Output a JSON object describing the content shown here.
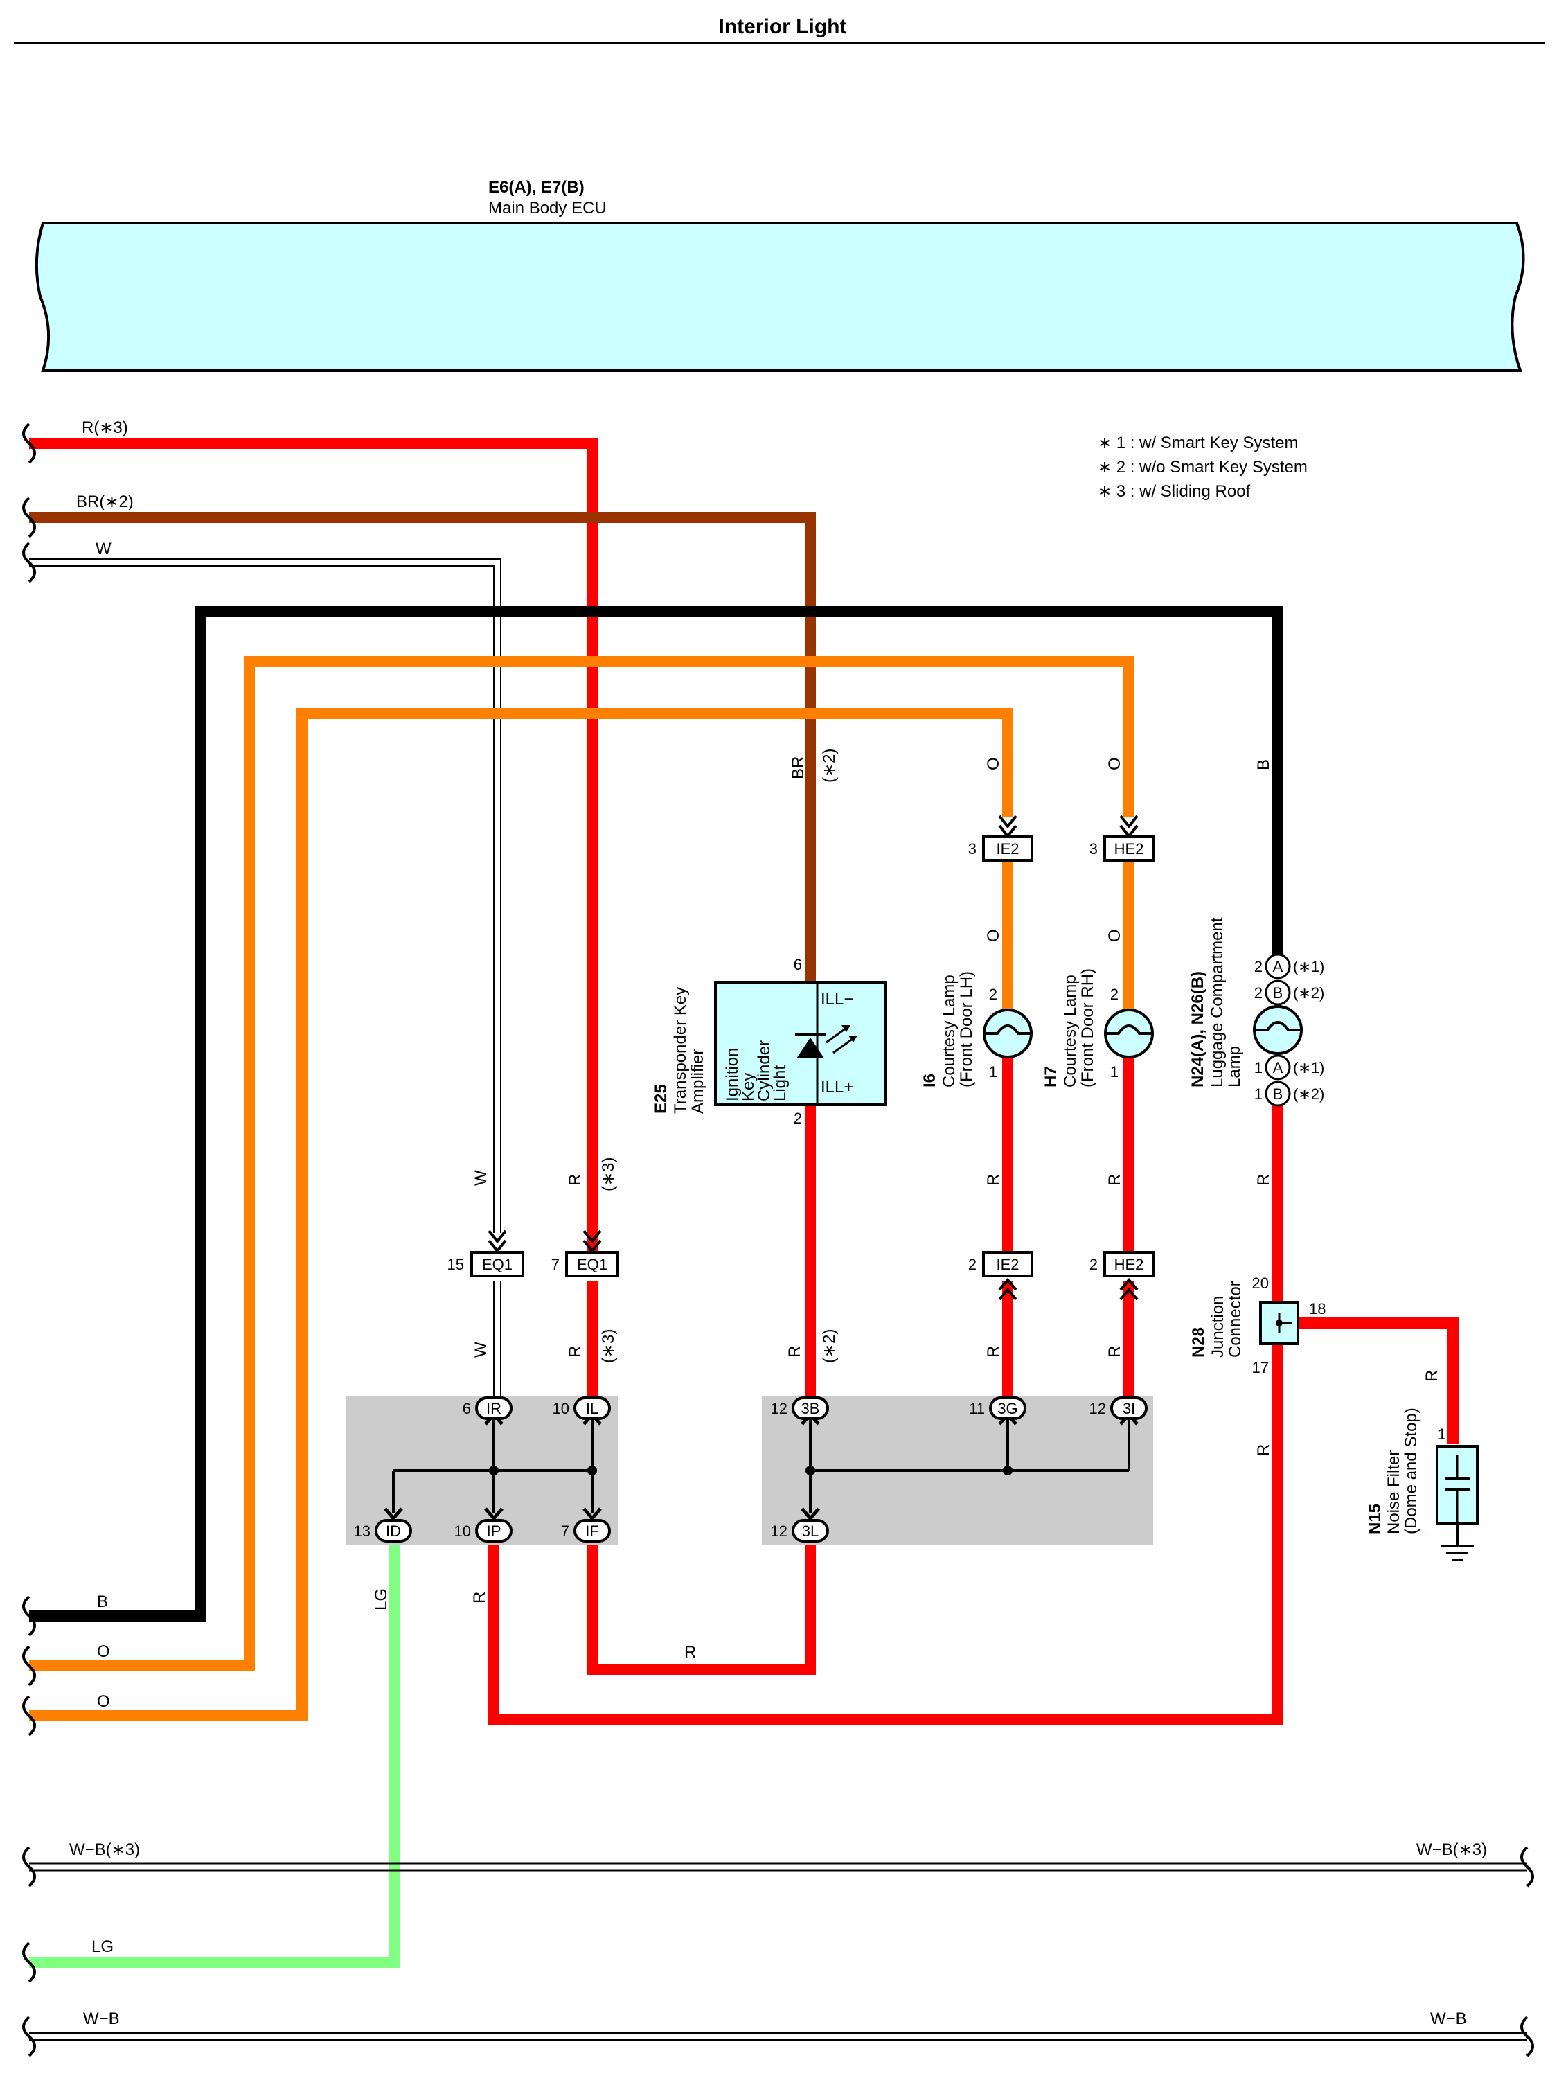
{
  "title": "Interior Light",
  "ecu": {
    "code": "E6(A), E7(B)",
    "name": "Main Body ECU"
  },
  "notes": [
    "∗ 1 : w/ Smart Key System",
    "∗ 2 : w/o Smart Key System",
    "∗ 3 : w/ Sliding Roof"
  ],
  "colors": {
    "red": "#ff0000",
    "brown": "#993300",
    "black": "#000000",
    "orange": "#ff8000",
    "lightgreen": "#80ff80",
    "ecu_fill": "#ccffff",
    "junction_fill": "#cccccc",
    "component_fill": "#ccffff"
  },
  "left_wires": {
    "r3": "R(∗3)",
    "br2": "BR(∗2)",
    "w": "W",
    "b": "B",
    "o1": "O",
    "o2": "O",
    "wb3": "W−B(∗3)",
    "lg": "LG",
    "wb": "W−B"
  },
  "right_wires": {
    "wb3": "W−B(∗3)",
    "wb": "W−B"
  },
  "wire_labels": {
    "br_v": "BR",
    "br_v_note": "(∗2)",
    "o_ie2_top": "O",
    "o_he2_top": "O",
    "b_right": "B",
    "o_ie2_mid": "O",
    "o_he2_mid": "O",
    "w_upper": "W",
    "r_upper": "R",
    "r_upper_note": "(∗3)",
    "r_i6": "R",
    "r_h7": "R",
    "r_lug": "R",
    "w_lower": "W",
    "r_lower": "R",
    "r_lower_note": "(∗3)",
    "r_3b": "R",
    "r_3b_note": "(∗2)",
    "r_3g": "R",
    "r_3i": "R",
    "r_nf": "R",
    "r_n28_down": "R",
    "lg_v": "LG",
    "r_ip": "R",
    "r_bottom": "R"
  },
  "components": {
    "e25": {
      "code": "E25",
      "name1": "Transponder Key",
      "name2": "Amplifier",
      "pin_top": "6",
      "pin_bot": "2",
      "inner1": "Ignition",
      "inner2": "Key",
      "inner3": "Cylinder",
      "inner4": "Light",
      "ill_minus": "ILL−",
      "ill_plus": "ILL+"
    },
    "i6": {
      "code": "I6",
      "name1": "Courtesy Lamp",
      "name2": "(Front Door LH)",
      "pin_top": "2",
      "pin_bot": "1"
    },
    "h7": {
      "code": "H7",
      "name1": "Courtesy Lamp",
      "name2": "(Front Door RH)",
      "pin_top": "2",
      "pin_bot": "1"
    },
    "n24": {
      "code": "N24(A), N26(B)",
      "name1": "Luggage Compartment",
      "name2": "Lamp",
      "p2a": "2",
      "p2b": "2",
      "p1a": "1",
      "p1b": "1",
      "a": "A",
      "b": "B",
      "n1": "(∗1)",
      "n2": "(∗2)"
    },
    "n28": {
      "code": "N28",
      "name1": "Junction",
      "name2": "Connector",
      "p20": "20",
      "p18": "18",
      "p17": "17"
    },
    "n15": {
      "code": "N15",
      "name1": "Noise Filter",
      "name2": "(Dome and Stop)",
      "pin": "1"
    }
  },
  "connectors": {
    "ie2_top": {
      "name": "IE2",
      "pin": "3"
    },
    "he2_top": {
      "name": "HE2",
      "pin": "3"
    },
    "eq1_w": {
      "name": "EQ1",
      "pin": "15"
    },
    "eq1_r": {
      "name": "EQ1",
      "pin": "7"
    },
    "ie2_bot": {
      "name": "IE2",
      "pin": "2"
    },
    "he2_bot": {
      "name": "HE2",
      "pin": "2"
    }
  },
  "junction_pins": {
    "ir": {
      "name": "IR",
      "pin": "6"
    },
    "il": {
      "name": "IL",
      "pin": "10"
    },
    "id": {
      "name": "ID",
      "pin": "13"
    },
    "ip": {
      "name": "IP",
      "pin": "10"
    },
    "if": {
      "name": "IF",
      "pin": "7"
    },
    "b3b": {
      "name": "3B",
      "pin": "12"
    },
    "b3g": {
      "name": "3G",
      "pin": "11"
    },
    "b3i": {
      "name": "3I",
      "pin": "12"
    },
    "b3l": {
      "name": "3L",
      "pin": "12"
    }
  }
}
